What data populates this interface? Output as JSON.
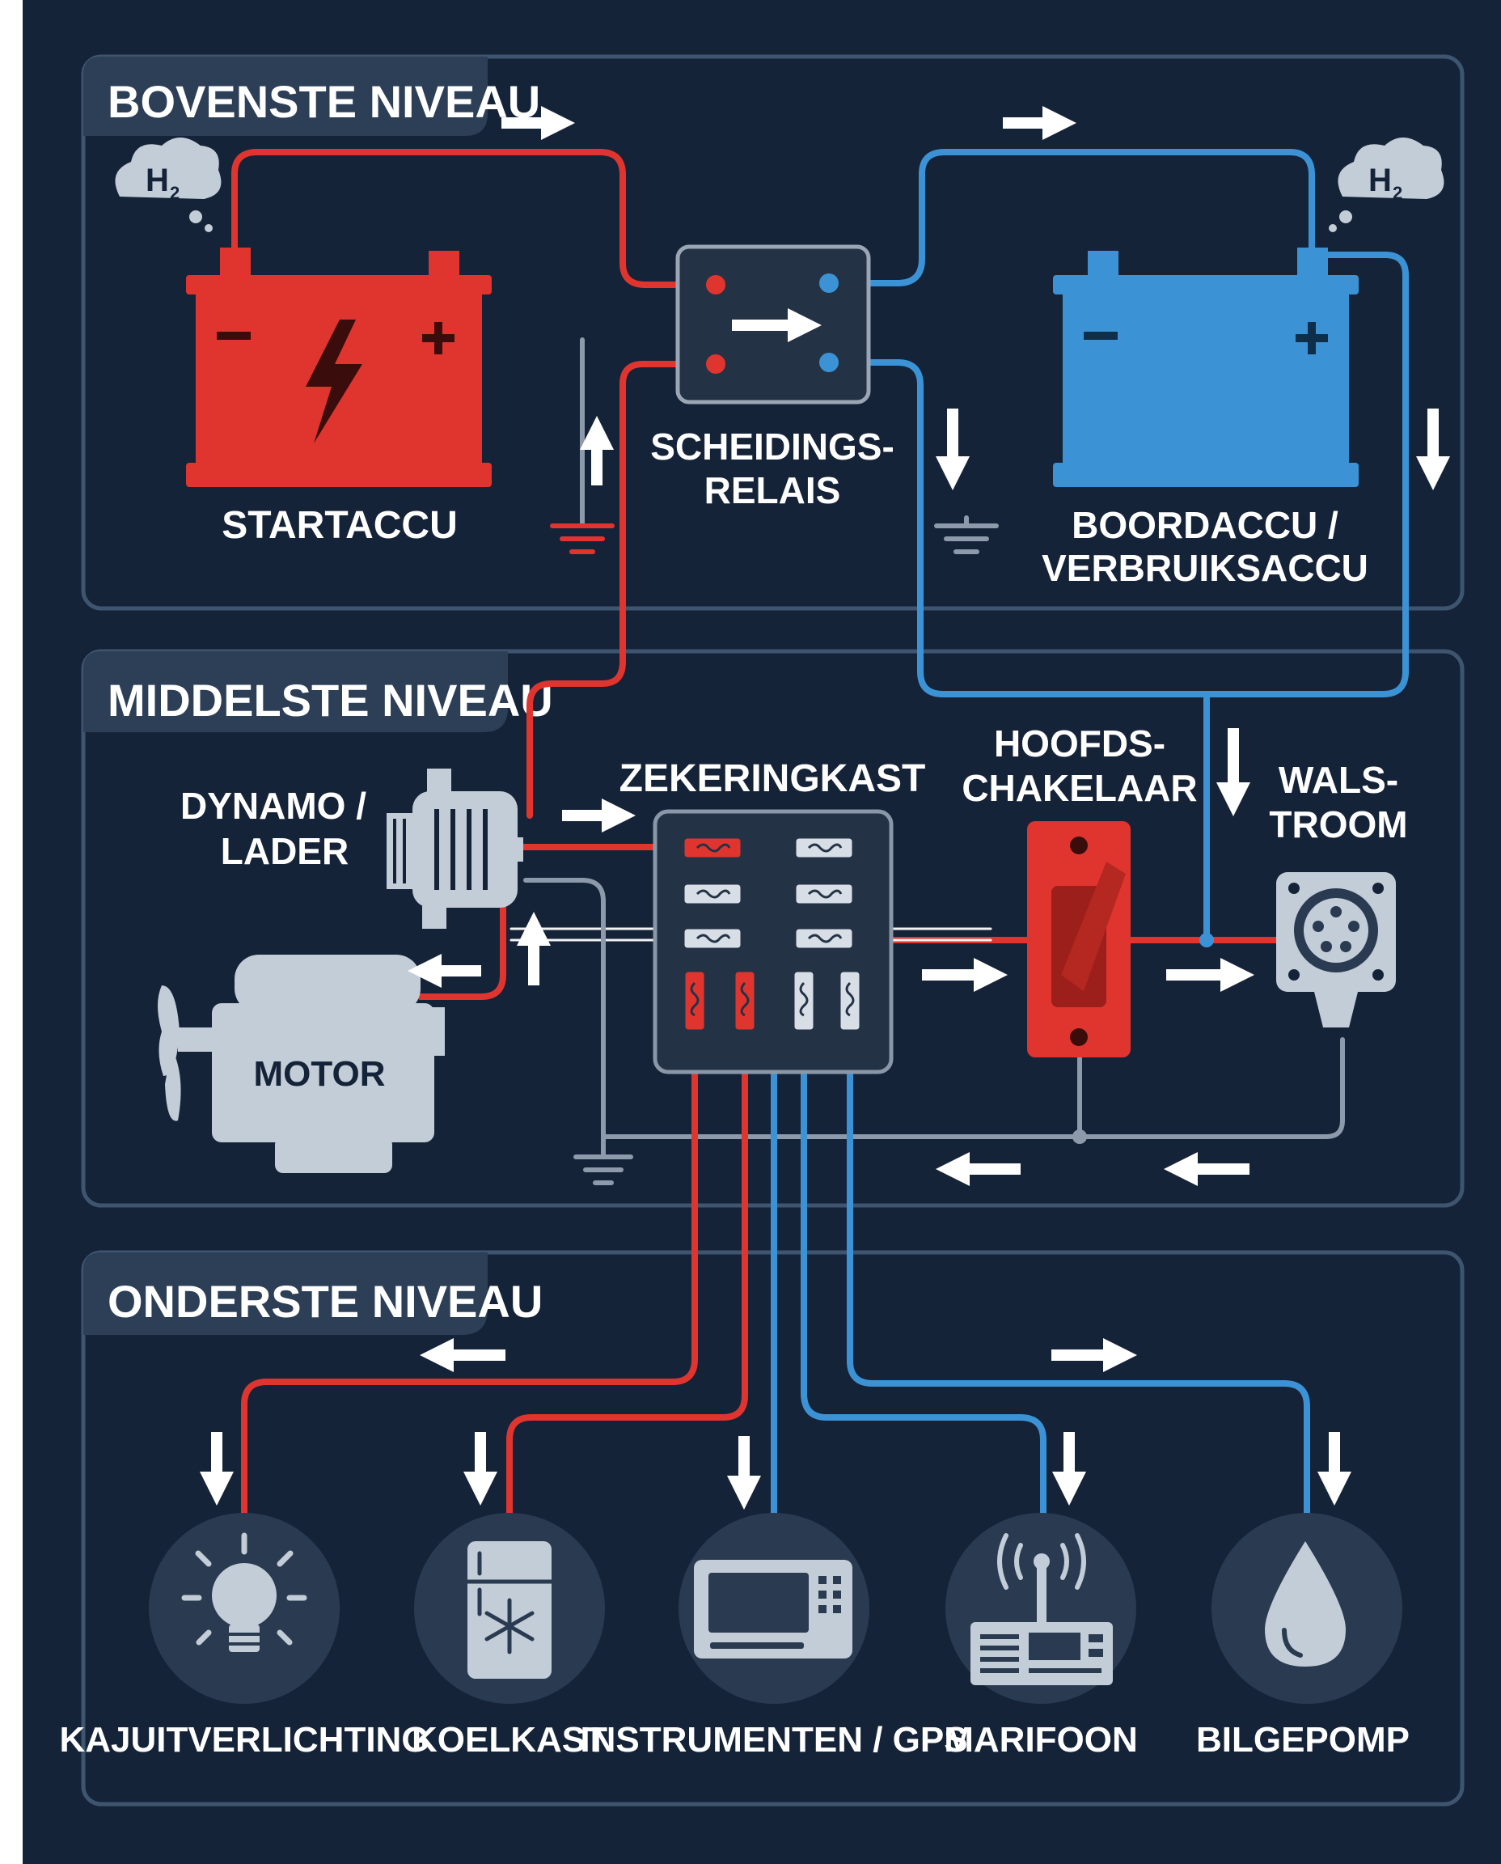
{
  "colors": {
    "background": "#152338",
    "panel_border": "#3e5570",
    "tab_fill": "#2c3f57",
    "positive_wire": "#e0352f",
    "consumer_wire": "#3b93d6",
    "ground_wire": "#8c9aab",
    "component_light": "#c3cdd8",
    "circle_bg": "#2a3a50"
  },
  "levels": {
    "top": "BOVENSTE NIVEAU",
    "middle": "MIDDELSTE NIVEAU",
    "bottom": "ONDERSTE NIVEAU"
  },
  "top": {
    "start_battery": "STARTACCU",
    "relay_line1": "SCHEIDINGS-",
    "relay_line2": "RELAIS",
    "house_battery_line1": "BOORDACCU /",
    "house_battery_line2": "VERBRUIKSACCU",
    "gas_label_left": "H",
    "gas_sub_left": "2",
    "gas_label_right": "H",
    "gas_sub_right": "2"
  },
  "middle": {
    "alternator_line1": "DYNAMO /",
    "alternator_line2": "LADER",
    "engine": "MOTOR",
    "fusebox": "ZEKERINGKAST",
    "main_switch_line1": "HOOFDS-",
    "main_switch_line2": "CHAKELAAR",
    "shore_power_line1": "WALS-",
    "shore_power_line2": "TROOM"
  },
  "consumers": [
    {
      "label": "KAJUITVERLICHTING",
      "icon": "light-bulb-icon",
      "wire": "red"
    },
    {
      "label": "KOELKAST",
      "icon": "fridge-icon",
      "wire": "red"
    },
    {
      "label": "INSTRUMENTEN / GPS",
      "icon": "gps-display-icon",
      "wire": "blue"
    },
    {
      "label": "MARIFOON",
      "icon": "vhf-radio-icon",
      "wire": "blue"
    },
    {
      "label": "BILGEPOMP",
      "icon": "water-drop-icon",
      "wire": "blue"
    }
  ]
}
